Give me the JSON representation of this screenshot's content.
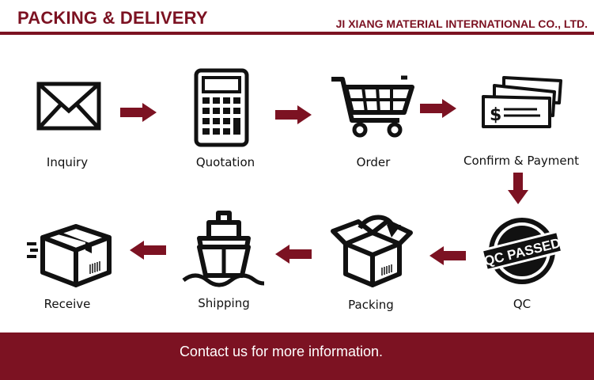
{
  "header": {
    "title": "PACKING & DELIVERY",
    "company": "JI XIANG MATERIAL INTERNATIONAL CO., LTD."
  },
  "steps": [
    {
      "label": "Inquiry",
      "icon": "envelope-icon"
    },
    {
      "label": "Quotation",
      "icon": "calculator-icon"
    },
    {
      "label": "Order",
      "icon": "shopping-cart-icon"
    },
    {
      "label": "Confirm & Payment",
      "icon": "cheque-icon"
    },
    {
      "label": "QC",
      "icon": "qc-passed-stamp-icon",
      "stamp_text": "QC PASSED"
    },
    {
      "label": "Packing",
      "icon": "packing-box-icon"
    },
    {
      "label": "Shipping",
      "icon": "ship-icon"
    },
    {
      "label": "Receive",
      "icon": "delivery-box-icon"
    }
  ],
  "footer": {
    "text": "Contact us for more information."
  },
  "colors": {
    "accent": "#7c1222",
    "icon": "#111111",
    "background": "#ffffff"
  }
}
